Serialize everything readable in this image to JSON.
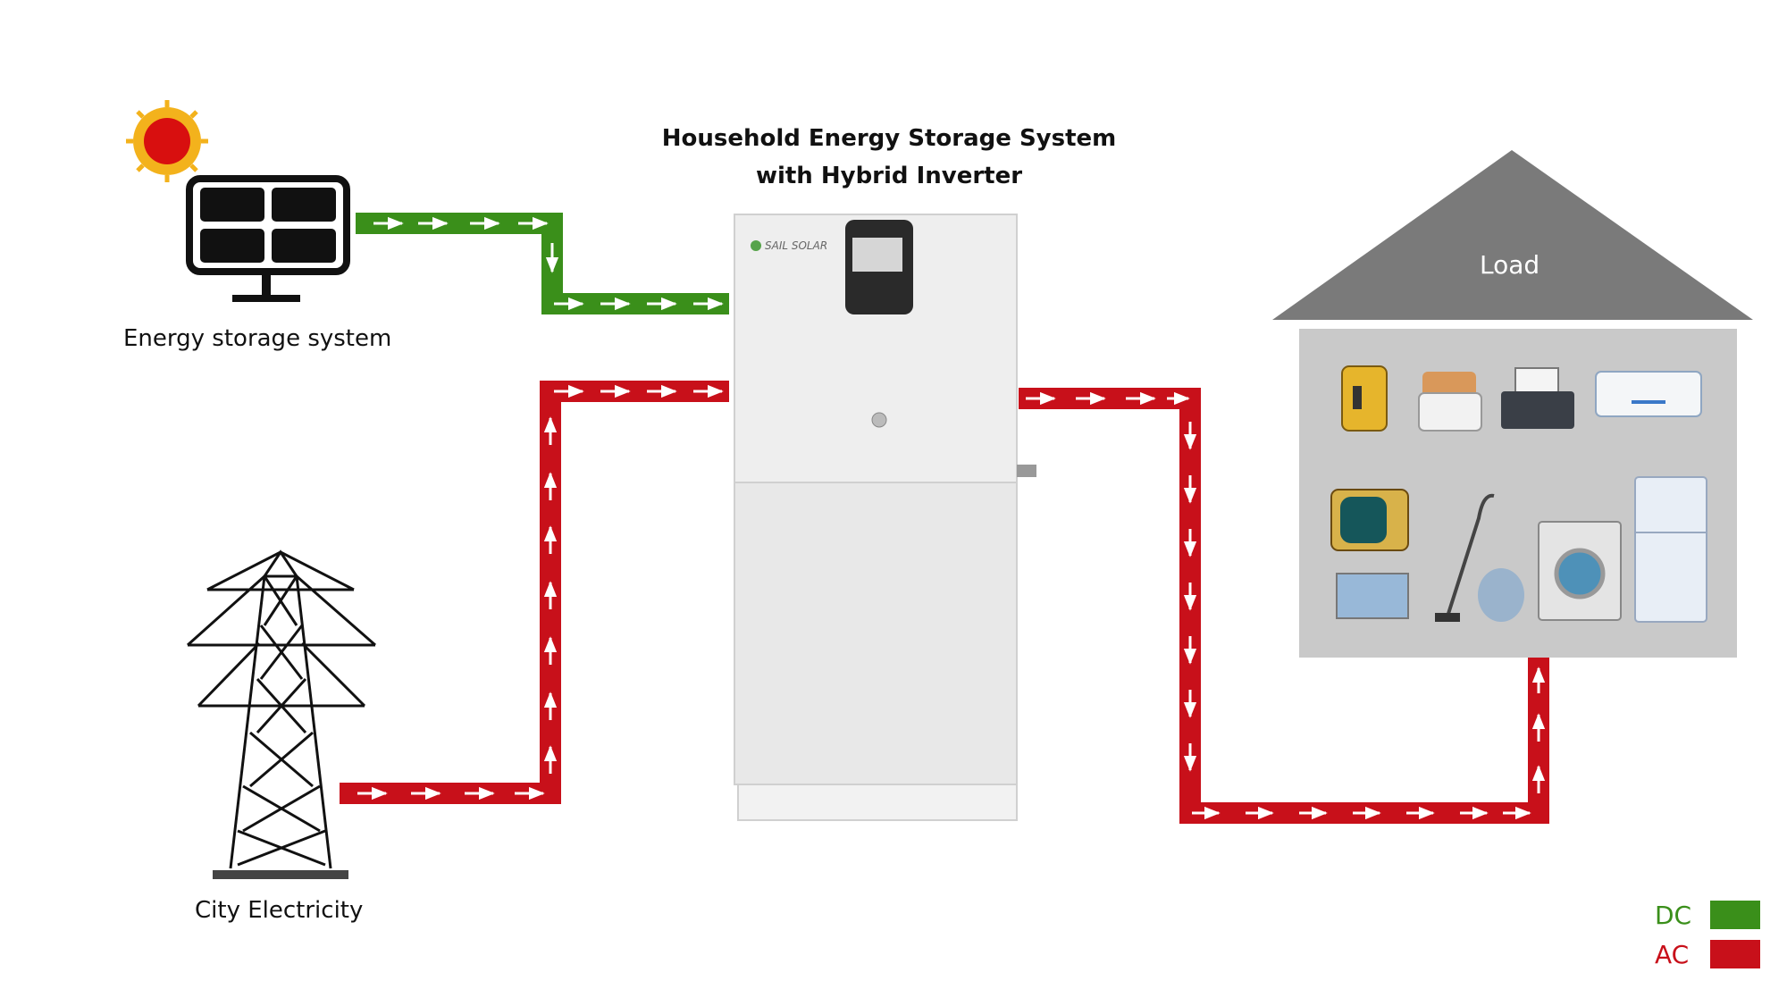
{
  "title": {
    "line1": "Household Energy Storage System",
    "line2": "with Hybrid Inverter"
  },
  "nodes": {
    "solar_label": "Energy storage system",
    "grid_label": "City Electricity",
    "load_label": "Load",
    "inverter_brand": "SAIL SOLAR"
  },
  "legend": [
    {
      "label": "DC",
      "color": "#3a8f1a"
    },
    {
      "label": "AC",
      "color": "#c8101a"
    }
  ],
  "colors": {
    "dc": "#3a8f1a",
    "ac": "#c8101a",
    "house_roof": "#7a7a7a",
    "house_body": "#c9c9c9",
    "sun": "#e8a010"
  },
  "icons": [
    "sun-icon",
    "solar-panel-icon",
    "power-tower-icon",
    "house-icon",
    "kettle-icon",
    "toaster-icon",
    "printer-icon",
    "air-conditioner-icon",
    "tv-icon",
    "vacuum-icon",
    "washing-machine-icon",
    "refrigerator-icon",
    "laptop-icon"
  ]
}
